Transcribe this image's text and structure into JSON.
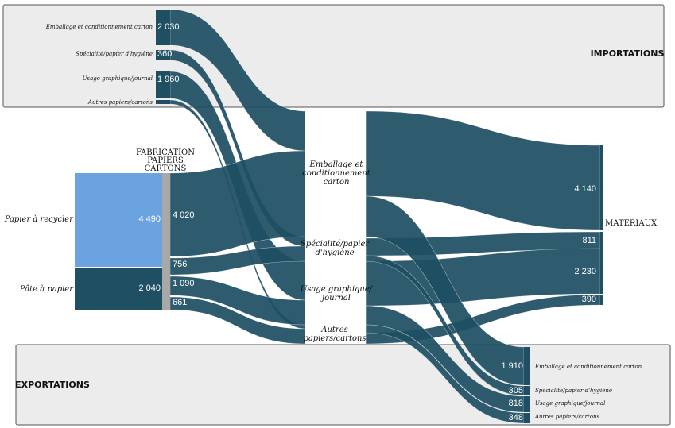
{
  "chart_data": {
    "type": "sankey",
    "unit": "",
    "colors": {
      "flow": "#1e4f62",
      "node_dark": "#1e4f62",
      "recycled_source": "#6aa3e0",
      "process_bar": "#a8a8a8",
      "panel_fill": "#ececec",
      "panel_stroke": "#555555"
    },
    "panels": {
      "imports": "IMPORTATIONS",
      "exports": "EXPORTATIONS"
    },
    "headers": {
      "fabrication": [
        "FABRICATION",
        "PAPIERS",
        "CARTONS"
      ],
      "materials": "MATÉRIAUX"
    },
    "sources": {
      "recycled": {
        "label": "Papier à recycler",
        "value": 4490
      },
      "pulp": {
        "label": "Pâte à papier",
        "value": 2040
      }
    },
    "imports": [
      {
        "label": "Emballage et conditionnement carton",
        "value_text": "2 030",
        "value": 2030
      },
      {
        "label": "Spécialité/papier d'hygiène",
        "value_text": "360",
        "value": 360
      },
      {
        "label": "Usage graphique/journal",
        "value_text": "1 960",
        "value": 1960
      },
      {
        "label": "Autres papiers/cartons",
        "value_text": "",
        "value": 40
      }
    ],
    "fabrication_outputs": [
      {
        "value_text": "4 020",
        "value": 4020
      },
      {
        "value_text": "756",
        "value": 756
      },
      {
        "value_text": "1 090",
        "value": 1090
      },
      {
        "value_text": "661",
        "value": 661
      }
    ],
    "middle_nodes": [
      {
        "lines": [
          "Emballage et",
          "conditionnement",
          "carton"
        ]
      },
      {
        "lines": [
          "Spécialité/papier",
          "d'hygiène"
        ]
      },
      {
        "lines": [
          "Usage graphique/",
          "journal"
        ]
      },
      {
        "lines": [
          "Autres",
          "papiers/cartons"
        ]
      }
    ],
    "materials_values": [
      {
        "value_text": "4 140",
        "value": 4140
      },
      {
        "value_text": "811",
        "value": 811
      },
      {
        "value_text": "2 230",
        "value": 2230
      },
      {
        "value_text": "390",
        "value": 390
      }
    ],
    "exports": [
      {
        "label": "Emballage et conditionnement carton",
        "value_text": "1 910",
        "value": 1910
      },
      {
        "label": "Spécialité/papier d'hygiène",
        "value_text": "305",
        "value": 305
      },
      {
        "label": "Usage graphique/journal",
        "value_text": "818",
        "value": 818
      },
      {
        "label": "Autres papiers/cartons",
        "value_text": "348",
        "value": 348
      }
    ],
    "source_values_text": {
      "recycled": "4 490",
      "pulp": "2 040"
    }
  }
}
